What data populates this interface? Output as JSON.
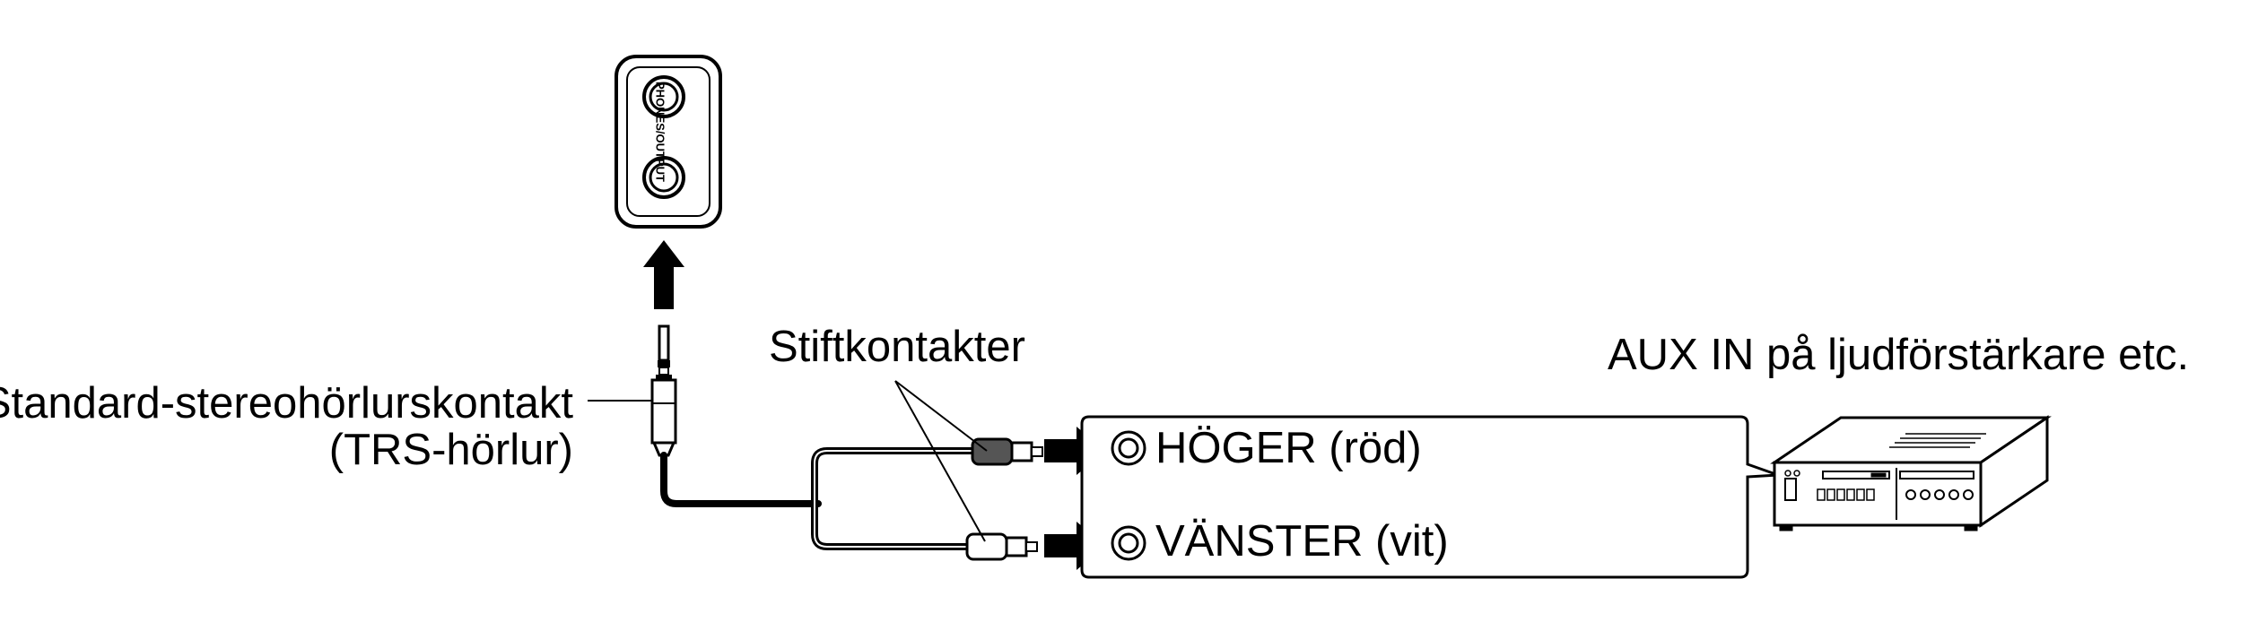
{
  "labels": {
    "plug_name": "Standard-stereohörlurskontakt",
    "plug_type": "(TRS-hörlur)",
    "pin_plugs": "Stiftkontakter",
    "amp_input": "AUX IN på ljudförstärkare etc.",
    "right_channel": "HÖGER (röd)",
    "left_channel": "VÄNSTER (vit)",
    "panel_jack": "PHONES/OUTPUT"
  }
}
